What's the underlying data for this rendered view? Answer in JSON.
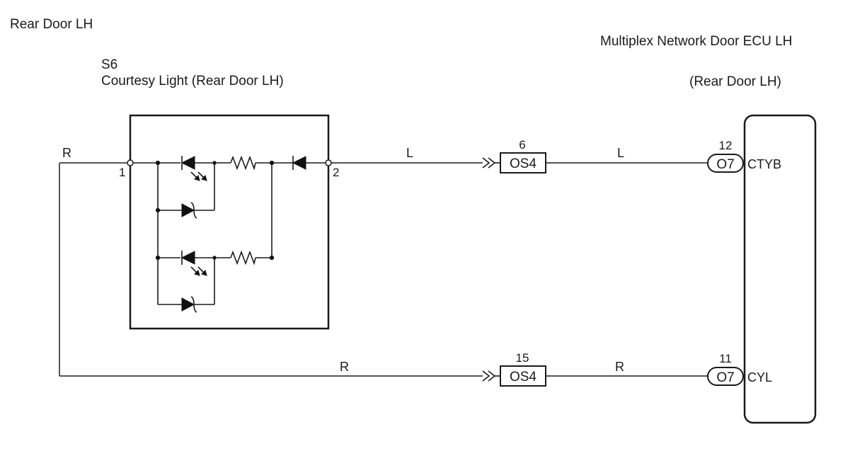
{
  "area_label": "Rear Door LH",
  "component": {
    "code": "S6",
    "name": "Courtesy Light (Rear Door LH)",
    "pin_left": "1",
    "pin_right": "2"
  },
  "ecu": {
    "name": "Multiplex Network Door ECU LH",
    "subtitle": "(Rear Door LH)"
  },
  "wires": {
    "r_left": "R",
    "l_to_junction": "L",
    "l_to_ecu": "L",
    "r_bottom_to_junction": "R",
    "r_bottom_to_ecu": "R"
  },
  "junctions": [
    {
      "connector": "OS4",
      "pin": "6"
    },
    {
      "connector": "OS4",
      "pin": "15"
    }
  ],
  "ecu_pins": [
    {
      "connector": "O7",
      "pin": "12",
      "signal": "CTYB"
    },
    {
      "connector": "O7",
      "pin": "11",
      "signal": "CYL"
    }
  ]
}
